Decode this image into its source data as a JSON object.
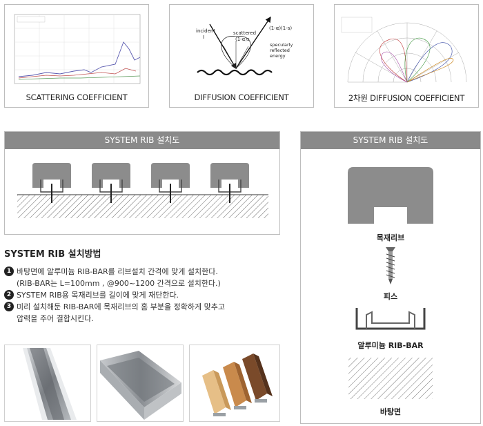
{
  "top_cards": [
    {
      "caption": "SCATTERING COEFFICIENT"
    },
    {
      "caption": "DIFFUSION COEFFICIENT"
    },
    {
      "caption": "2차원 DIFFUSION COEFFICIENT"
    }
  ],
  "diffusion_diagram": {
    "incident": "incident",
    "incident_sub": "I",
    "scattered": "scattered",
    "scattered_sub": "(1-α)s",
    "reflected": "(1-α)(1-s)",
    "specular_1": "specularly",
    "specular_2": "reflected",
    "specular_3": "energy"
  },
  "left_panel": {
    "header": "SYSTEM RIB 설치도"
  },
  "right_panel": {
    "header": "SYSTEM RIB 설치도",
    "parts": [
      "목재리브",
      "피스",
      "알루미늄 RIB-BAR",
      "바탕면"
    ]
  },
  "method": {
    "title": "SYSTEM RIB 설치방법",
    "steps": [
      {
        "num": "1",
        "lines": [
          "바탕면에 알루미늄 RIB-BAR를 리브설치 간격에 맞게 설치한다.",
          "(RIB-BAR는 L=100mm , @900~1200 간격으로 설치한다.)"
        ]
      },
      {
        "num": "2",
        "lines": [
          "SYSTEM RIB용 목재리브를 길이에 맞게 재단한다."
        ]
      },
      {
        "num": "3",
        "lines": [
          "미리 설치해둔 RIB-BAR에 목재리브의 홈 부분을 정확하게 맞추고",
          "압력을 주어 결합시킨다."
        ]
      }
    ]
  },
  "colors": {
    "header_gray": "#8a8a8a",
    "rib_gray": "#8c8c8c",
    "border": "#bdbdbd"
  }
}
